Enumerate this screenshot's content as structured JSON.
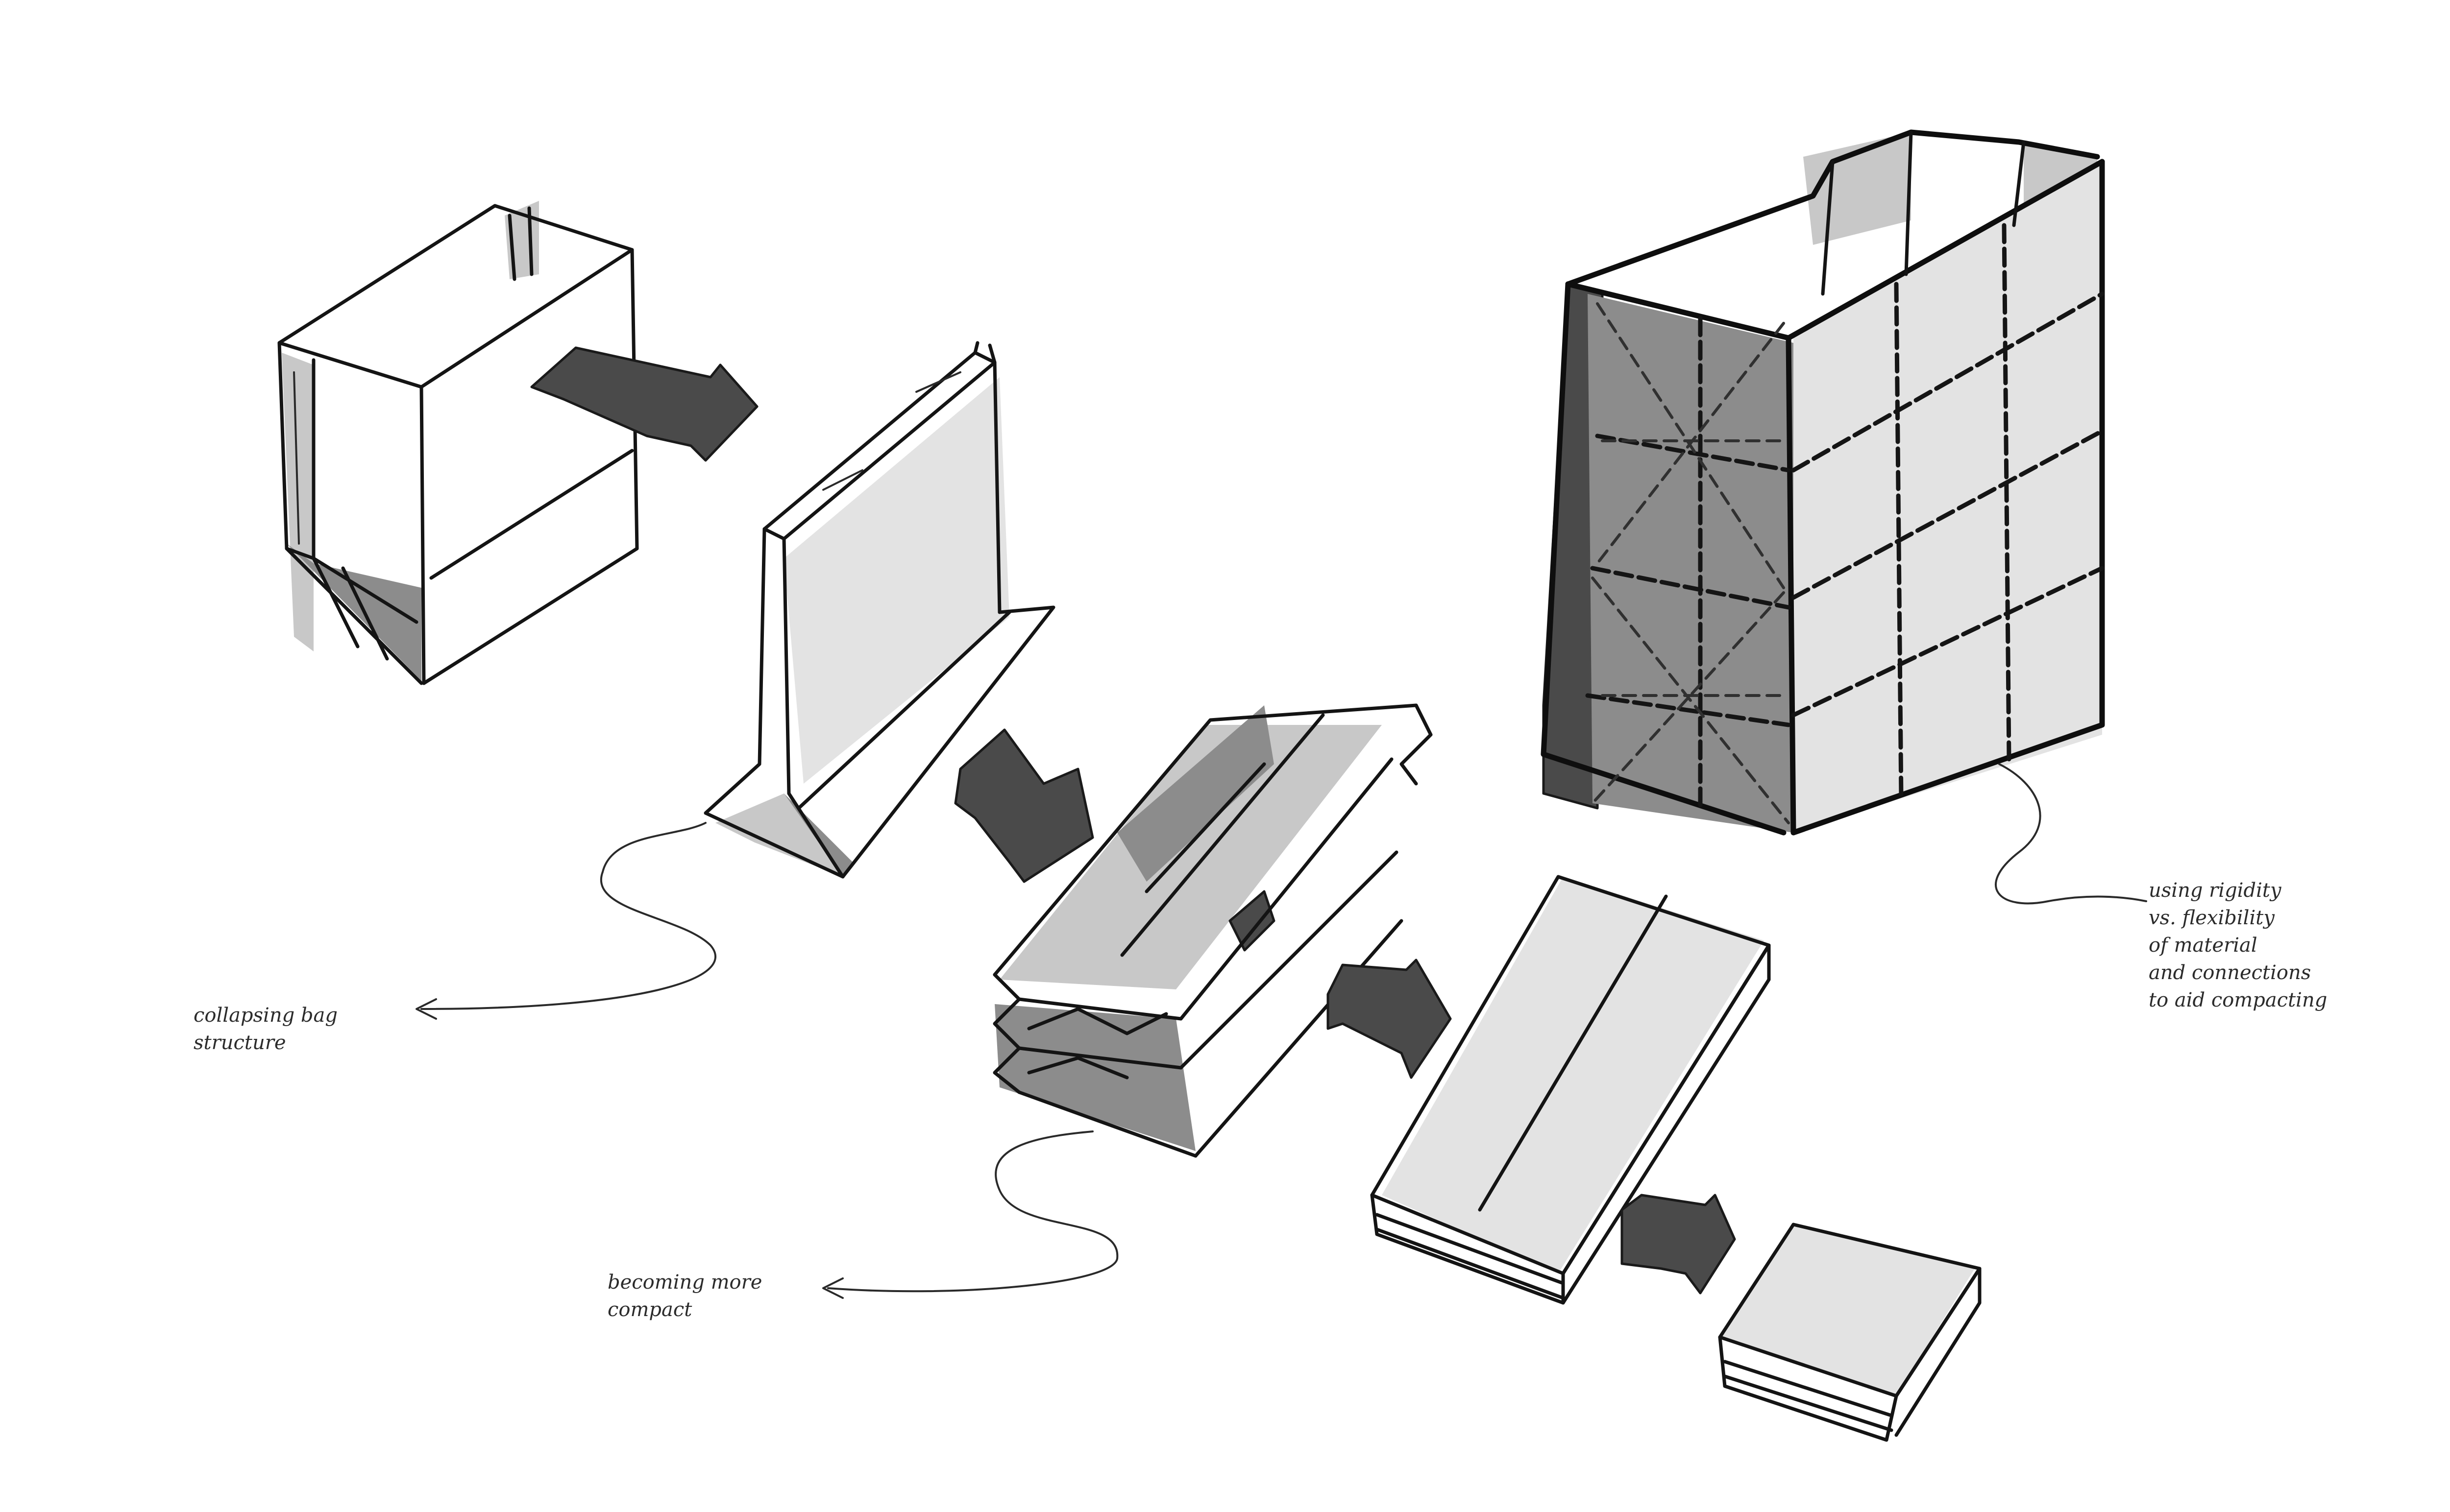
{
  "annotations": {
    "collapsing": "collapsing bag\nstructure",
    "compact": "becoming more\ncompact",
    "rigidity": "using rigidity\nvs. flexibility\nof material\nand connections\nto aid compacting"
  },
  "palette": {
    "ink": "#141414",
    "shade_dark": "#4a4a4a",
    "shade_mid": "#8c8c8c",
    "shade_light": "#c8c8c8",
    "paper": "#ffffff"
  },
  "icons": {
    "step_arrow": "right-arrow-icon",
    "leader_line": "curved-leader-line"
  }
}
